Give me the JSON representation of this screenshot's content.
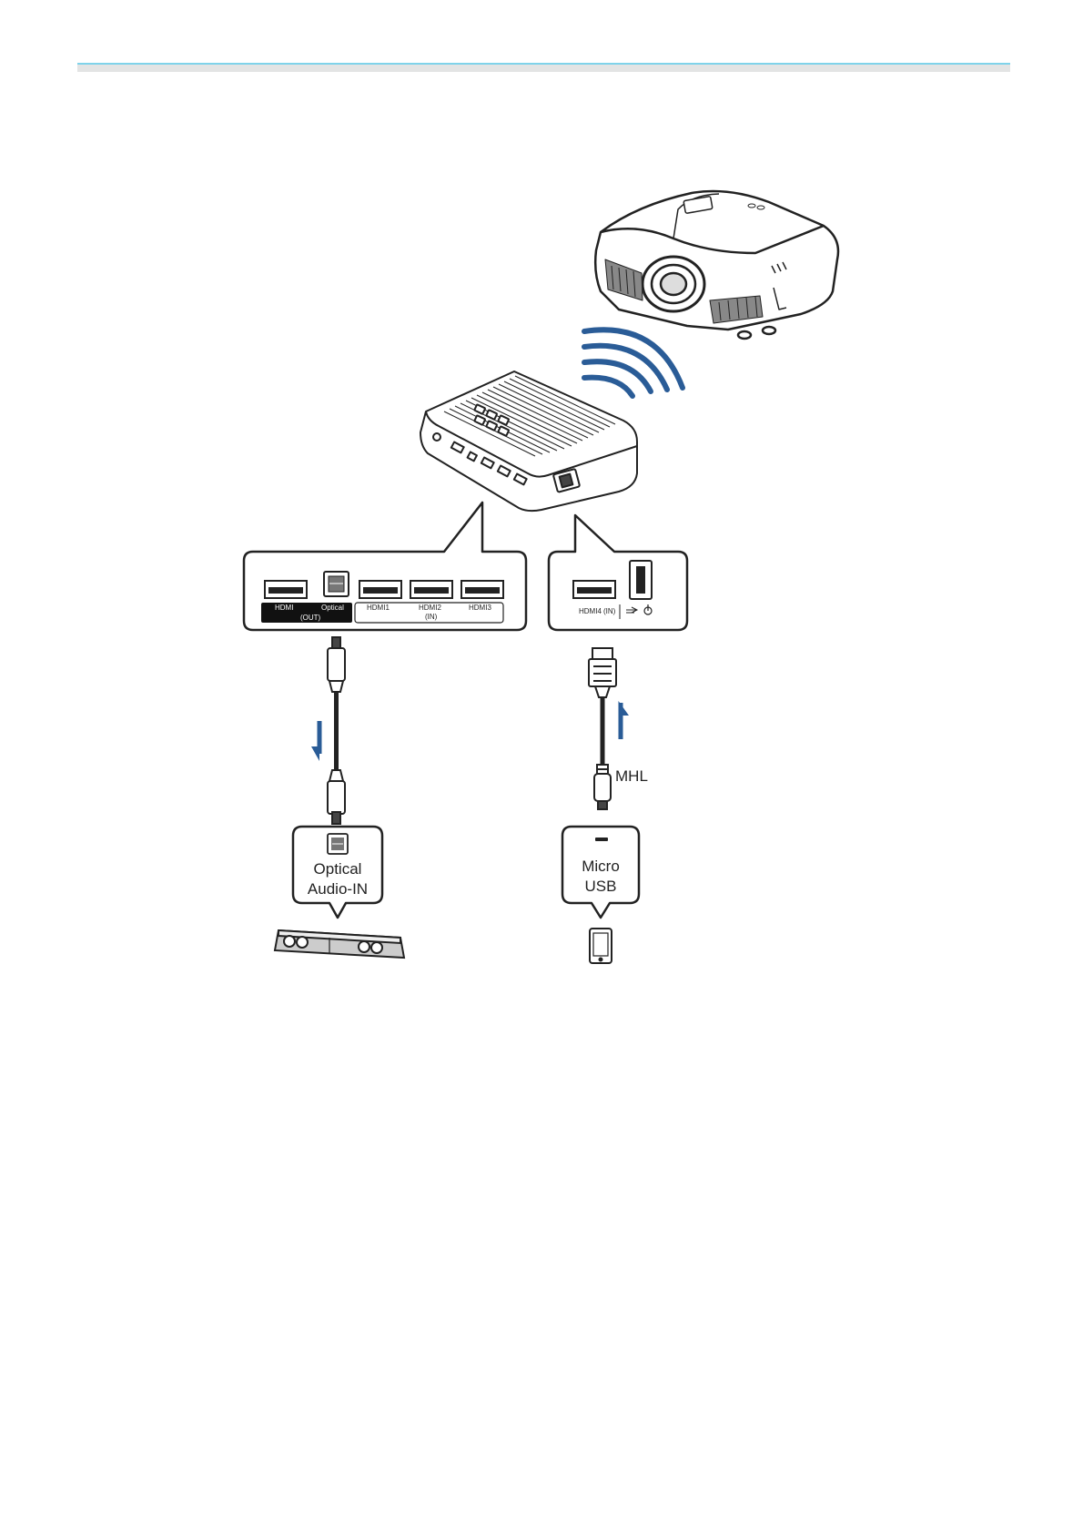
{
  "colors": {
    "accent": "#2a5c97",
    "rule_top": "#7fd3ea",
    "rule": "#e3e4e4",
    "ink": "#222222"
  },
  "transmitter_panel": {
    "hdmi_out": "HDMI",
    "hdmi_out_sub": "(OUT)",
    "optical": "Optical",
    "hdmi1": "HDMI1",
    "hdmi2": "HDMI2",
    "hdmi2_sub": "(IN)",
    "hdmi3": "HDMI3"
  },
  "side_panel": {
    "hdmi4": "HDMI4",
    "hdmi4_sub": "(IN)"
  },
  "mhl_label": "MHL",
  "optical_callout": {
    "line1": "Optical",
    "line2": "Audio-IN"
  },
  "micro_usb_callout": {
    "line1": "Micro",
    "line2": "USB"
  },
  "icons": [
    "projector-icon",
    "wireless-signal-icon",
    "transmitter-icon",
    "optical-plug-icon",
    "hdmi-plug-icon",
    "soundbar-icon",
    "smartphone-icon"
  ]
}
